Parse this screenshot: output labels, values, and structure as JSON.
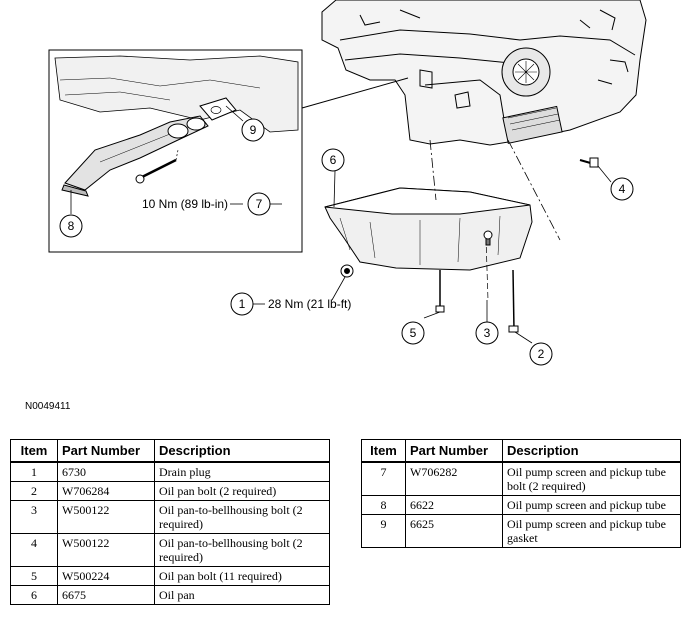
{
  "figure_id": "N0049411",
  "callouts": {
    "c1": "1",
    "c2": "2",
    "c3": "3",
    "c4": "4",
    "c5": "5",
    "c6": "6",
    "c7": "7",
    "c8": "8",
    "c9": "9"
  },
  "torque_labels": {
    "t1": "28 Nm (21 lb-ft)",
    "t7": "10 Nm (89 lb-in)"
  },
  "table_headers": {
    "item": "Item",
    "part_number": "Part Number",
    "description": "Description"
  },
  "parts_left": [
    {
      "item": "1",
      "part": "6730",
      "desc": "Drain plug"
    },
    {
      "item": "2",
      "part": "W706284",
      "desc": "Oil pan bolt (2 required)"
    },
    {
      "item": "3",
      "part": "W500122",
      "desc": "Oil pan-to-bellhousing bolt (2 required)"
    },
    {
      "item": "4",
      "part": "W500122",
      "desc": "Oil pan-to-bellhousing bolt (2 required)"
    },
    {
      "item": "5",
      "part": "W500224",
      "desc": "Oil pan bolt (11 required)"
    },
    {
      "item": "6",
      "part": "6675",
      "desc": "Oil pan"
    }
  ],
  "parts_right": [
    {
      "item": "7",
      "part": "W706282",
      "desc": "Oil pump screen and pickup tube bolt (2 required)"
    },
    {
      "item": "8",
      "part": "6622",
      "desc": "Oil pump screen and pickup tube"
    },
    {
      "item": "9",
      "part": "6625",
      "desc": "Oil pump screen and pickup tube gasket"
    }
  ]
}
